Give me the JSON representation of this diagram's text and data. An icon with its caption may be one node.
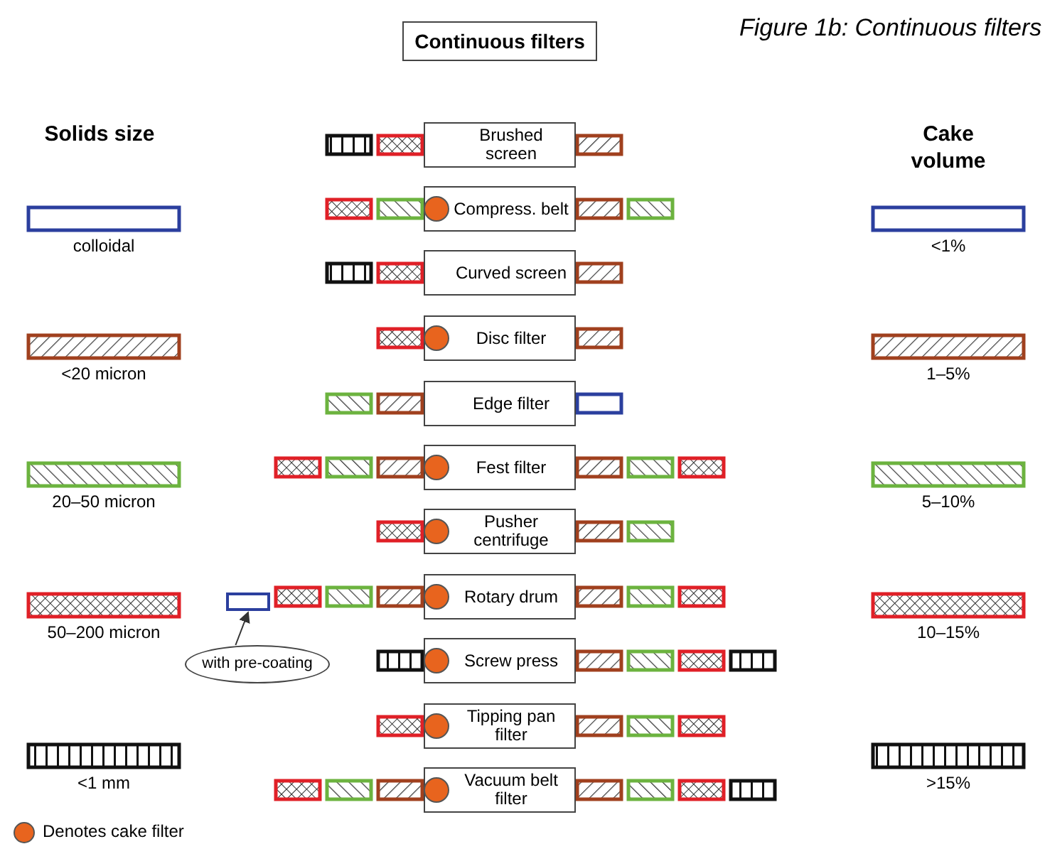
{
  "diagram": {
    "title": "Continuous filters",
    "nodes": [
      {
        "text": [
          "Brushed screen"
        ]
      },
      {
        "text": [
          "Compress. belt"
        ]
      },
      {
        "text": [
          "Curved screen"
        ]
      },
      {
        "text": [
          "Disc filter"
        ]
      },
      {
        "text": [
          "Edge filter"
        ]
      },
      {
        "text": [
          "Fest filter"
        ]
      },
      {
        "text": [
          "Pusher centrifuge"
        ]
      },
      {
        "text": [
          "Rotary drum"
        ]
      },
      {
        "text": [
          "Screw press"
        ]
      },
      {
        "text": [
          "Tipping pan filter"
        ]
      },
      {
        "text": [
          "Vacuum belt filter"
        ]
      },
      {
        "text": [],
        "shape": "bar"
      },
      {
        "text": [
          "with pre-coating"
        ]
      }
    ],
    "edges": [
      {
        "from": 12,
        "to": 11,
        "arrow": "to"
      }
    ],
    "labels": [
      "Figure 1b: Continuous filters",
      "Solids size",
      "Cake volume"
    ],
    "legend": [
      {
        "text": "colloidal"
      },
      {
        "text": "<20 micron"
      },
      {
        "text": "20–50 micron"
      },
      {
        "text": "50–200 micron"
      },
      {
        "text": "<1 mm"
      },
      {
        "text": "<1%"
      },
      {
        "text": "1–5%"
      },
      {
        "text": "5–10%"
      },
      {
        "text": "10–15%"
      },
      {
        "text": ">15%"
      },
      {
        "text": "Denotes cake filter",
        "color": "#e8641e"
      }
    ]
  }
}
